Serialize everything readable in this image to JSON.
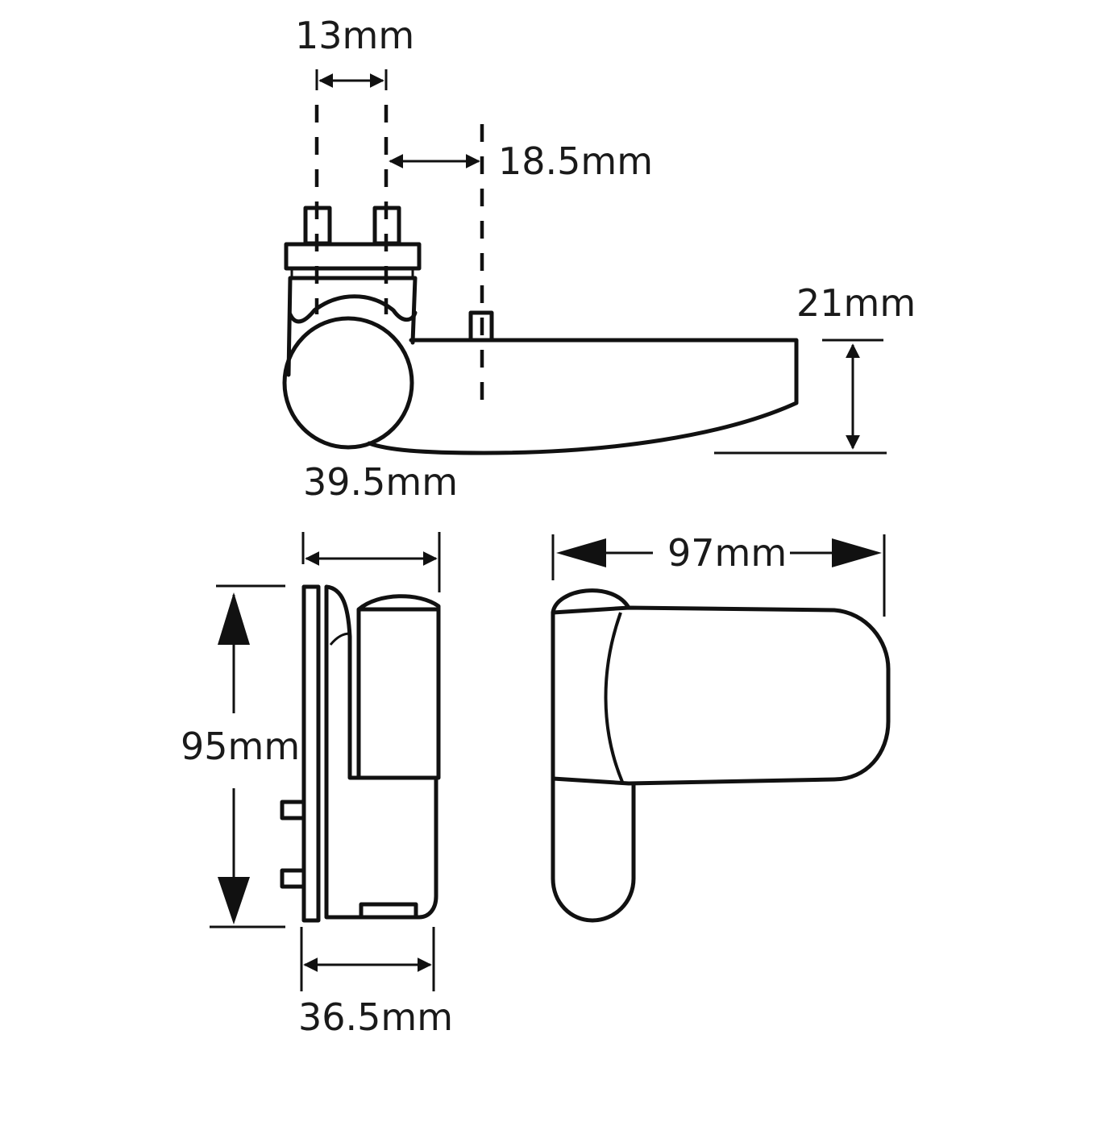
{
  "diagram": {
    "subject": "Hinge technical drawing",
    "line_color": "#111111",
    "background": "#ffffff",
    "views": {
      "top_view": {
        "dimensions": {
          "fixing_spacing": "13mm",
          "pin_offset": "18.5mm",
          "blade_height": "21mm",
          "knuckle_diameter": "39.5mm"
        }
      },
      "side_view": {
        "dimensions": {
          "overall_depth": "",
          "overall_height": "95mm",
          "base_depth": "36.5mm"
        }
      },
      "front_view": {
        "dimensions": {
          "overall_width": "97mm"
        }
      }
    }
  }
}
